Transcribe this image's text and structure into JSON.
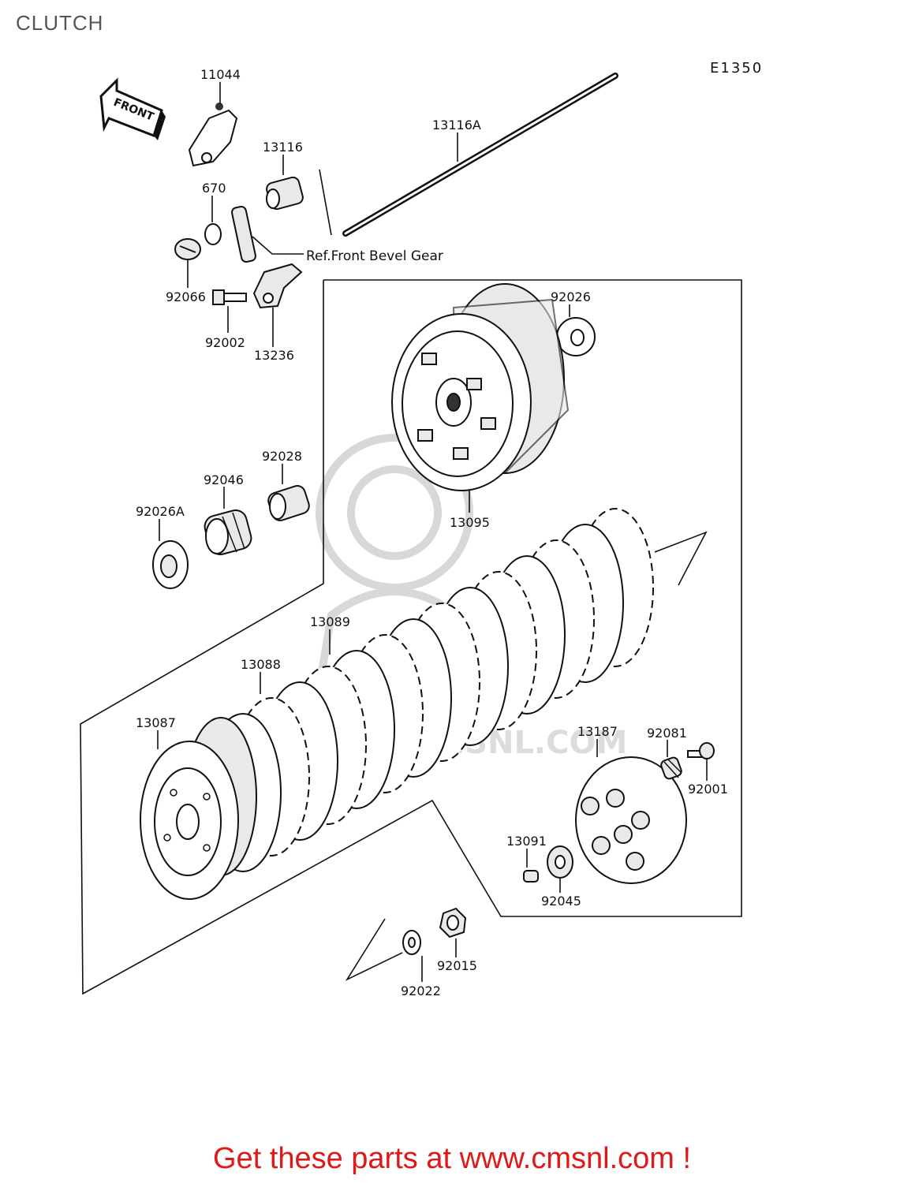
{
  "header": {
    "title": "CLUTCH",
    "diagram_code": "E1350"
  },
  "arrow_label": "FRONT",
  "reference_note": "Ref.Front Bevel Gear",
  "watermark": "CMSNL.COM",
  "parts": {
    "p11044": "11044",
    "p670": "670",
    "p13116": "13116",
    "p13116A": "13116A",
    "p92066": "92066",
    "p92002": "92002",
    "p13236": "13236",
    "p92026": "92026",
    "p13095": "13095",
    "p92028": "92028",
    "p92046": "92046",
    "p92026A": "92026A",
    "p13089": "13089",
    "p13088": "13088",
    "p13087": "13087",
    "p13187": "13187",
    "p92081": "92081",
    "p92001": "92001",
    "p13091": "13091",
    "p92045": "92045",
    "p92015": "92015",
    "p92022": "92022"
  },
  "footer": {
    "cta": "Get these parts at www.cmsnl.com !"
  },
  "colors": {
    "cta": "#e01818",
    "title": "#555555",
    "line": "#111111"
  }
}
